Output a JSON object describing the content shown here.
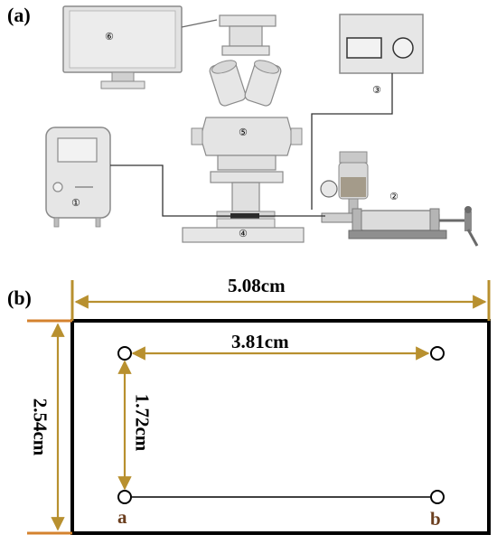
{
  "panel_a": {
    "label": "(a)",
    "markers": {
      "m1": "①",
      "m2": "②",
      "m3": "③",
      "m4": "④",
      "m5": "⑤",
      "m6": "⑥"
    }
  },
  "panel_b": {
    "label": "(b)",
    "width_label": "5.08cm",
    "height_label": "2.54cm",
    "spacing_label": "3.81cm",
    "vertical_spacing_label": "1.72cm",
    "point_a": "a",
    "point_b": "b"
  },
  "colors": {
    "dimension_arrow": "#b8902f",
    "dimension_tick": "#d4822e",
    "equipment_fill": "#e6e6e6",
    "equipment_stroke": "#9a9a9a",
    "point_label": "#6b3e1e"
  }
}
